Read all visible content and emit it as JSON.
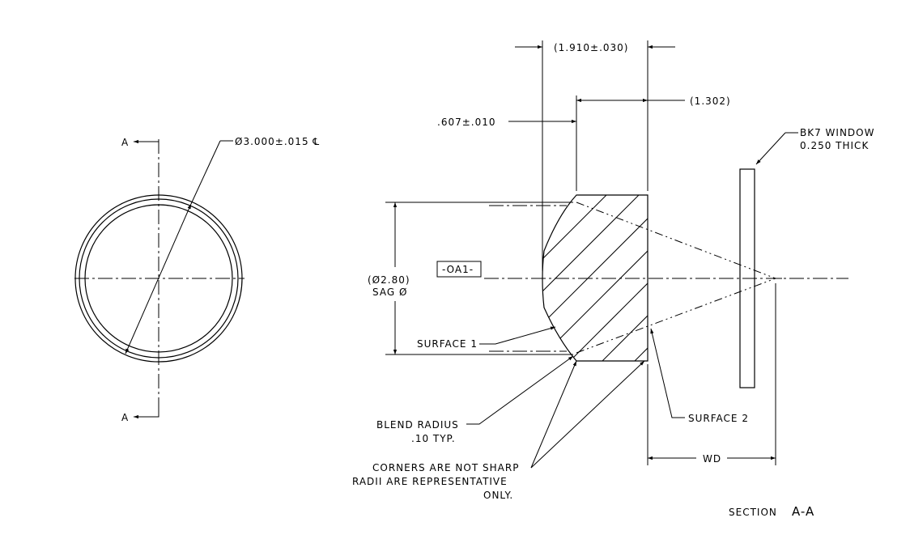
{
  "front_view": {
    "diameter_label": "Ø3.000±.015 ℄",
    "section_marker_top": "A",
    "section_marker_bottom": "A"
  },
  "section_view": {
    "dim_overall": "(1.910±.030)",
    "dim_right": "(1.302)",
    "dim_left": ".607±.010",
    "sag_diameter": "(Ø2.80)",
    "sag_label": "SAG Ø",
    "datum": "-OA1-",
    "surface1": "SURFACE 1",
    "surface2": "SURFACE 2",
    "window_line1": "BK7 WINDOW",
    "window_line2": "0.250 THICK",
    "blend_line1": "BLEND  RADIUS",
    "blend_line2": ".10 TYP.",
    "corners_line1": "CORNERS ARE NOT SHARP",
    "corners_line2": "RADII ARE REPRESENTATIVE",
    "corners_line3": "ONLY.",
    "wd_label": "WD",
    "section_title": "SECTION",
    "section_id": "A-A"
  }
}
